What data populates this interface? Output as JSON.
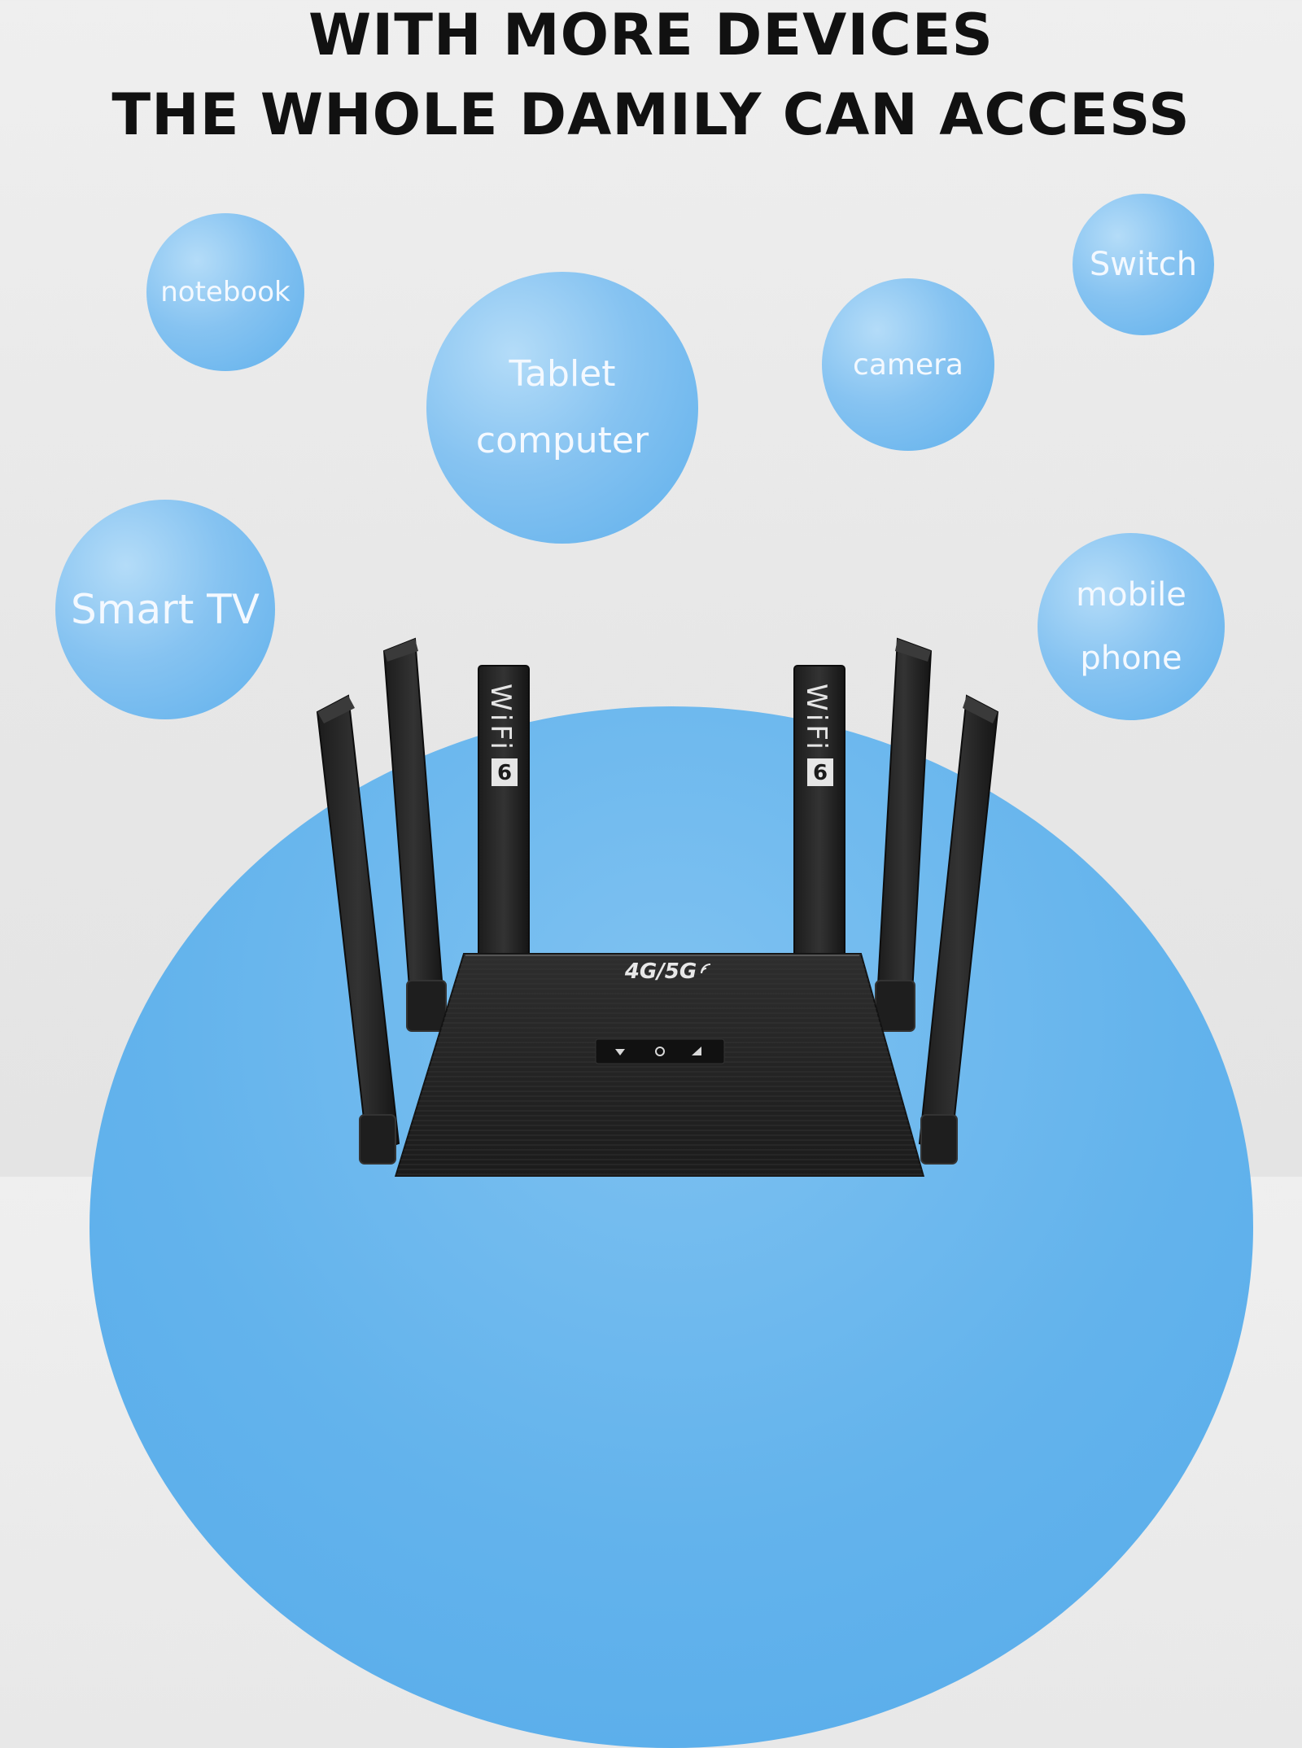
{
  "headline": {
    "line1": "WITH MORE DEVICES",
    "line2": "THE WHOLE DAMILY CAN ACCESS"
  },
  "devices": {
    "notebook": [
      "notebook"
    ],
    "tablet": [
      "Tablet",
      "computer"
    ],
    "camera": [
      "camera"
    ],
    "switch": [
      "Switch"
    ],
    "smart_tv": [
      "Smart TV"
    ],
    "mobile": [
      "mobile",
      "phone"
    ]
  },
  "router": {
    "antenna_label": "WiFi",
    "antenna_badge": "6",
    "brand_label": "4G/5G"
  },
  "colors": {
    "bubble": "#6fb8ee",
    "dome": "#63b3ec",
    "router_body": "#262626",
    "headline": "#111111"
  }
}
